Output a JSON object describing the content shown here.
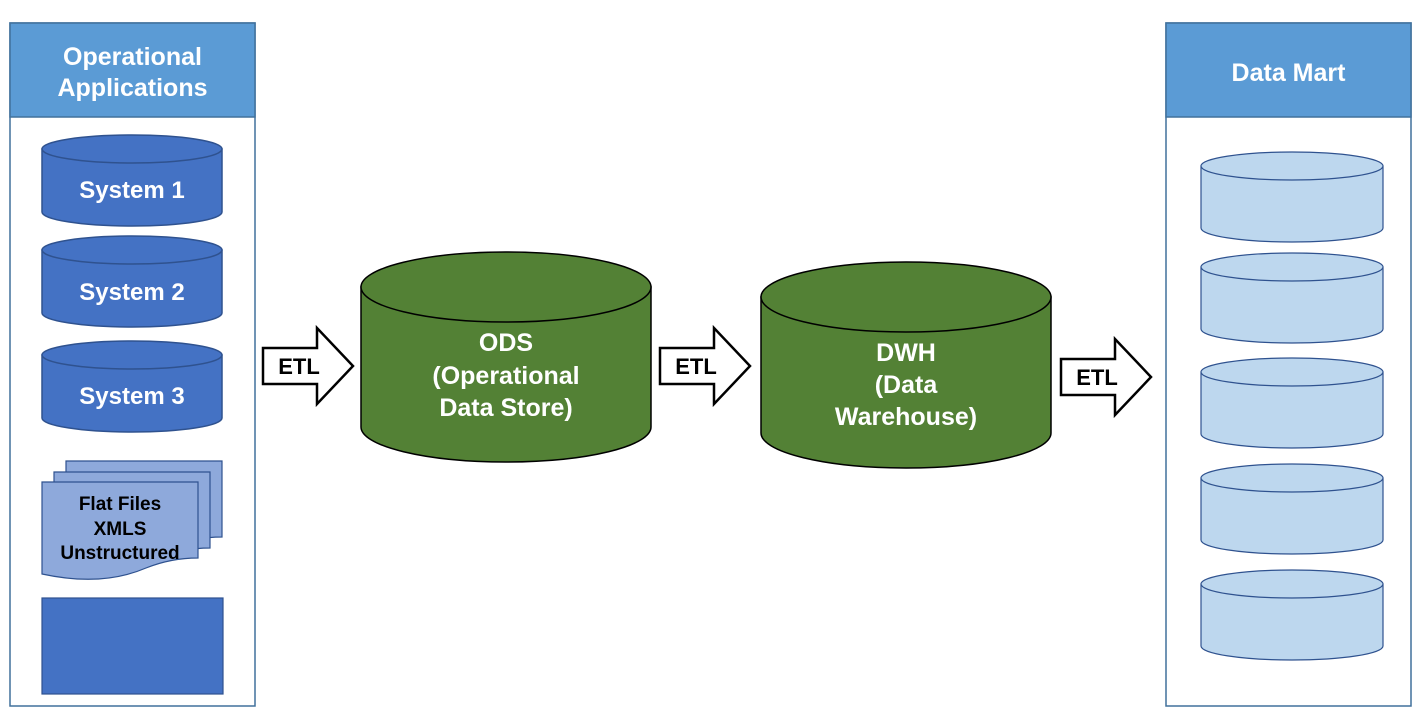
{
  "left_panel": {
    "title_line1": "Operational",
    "title_line2": "Applications",
    "systems": [
      "System 1",
      "System 2",
      "System 3"
    ],
    "files": [
      "Flat Files",
      "XMLS",
      "Unstructured"
    ]
  },
  "etl_label": "ETL",
  "ods": {
    "line1": "ODS",
    "line2": "(Operational",
    "line3": "Data Store)"
  },
  "dwh": {
    "line1": "DWH",
    "line2": "(Data",
    "line3": "Warehouse)"
  },
  "right_panel": {
    "title": "Data Mart",
    "mart_count": 5
  },
  "colors": {
    "header_blue": "#5B9BD5",
    "system_blue": "#4472C4",
    "file_blue": "#8EA9DB",
    "green": "#538135",
    "mart_light_blue": "#BDD7EE"
  }
}
